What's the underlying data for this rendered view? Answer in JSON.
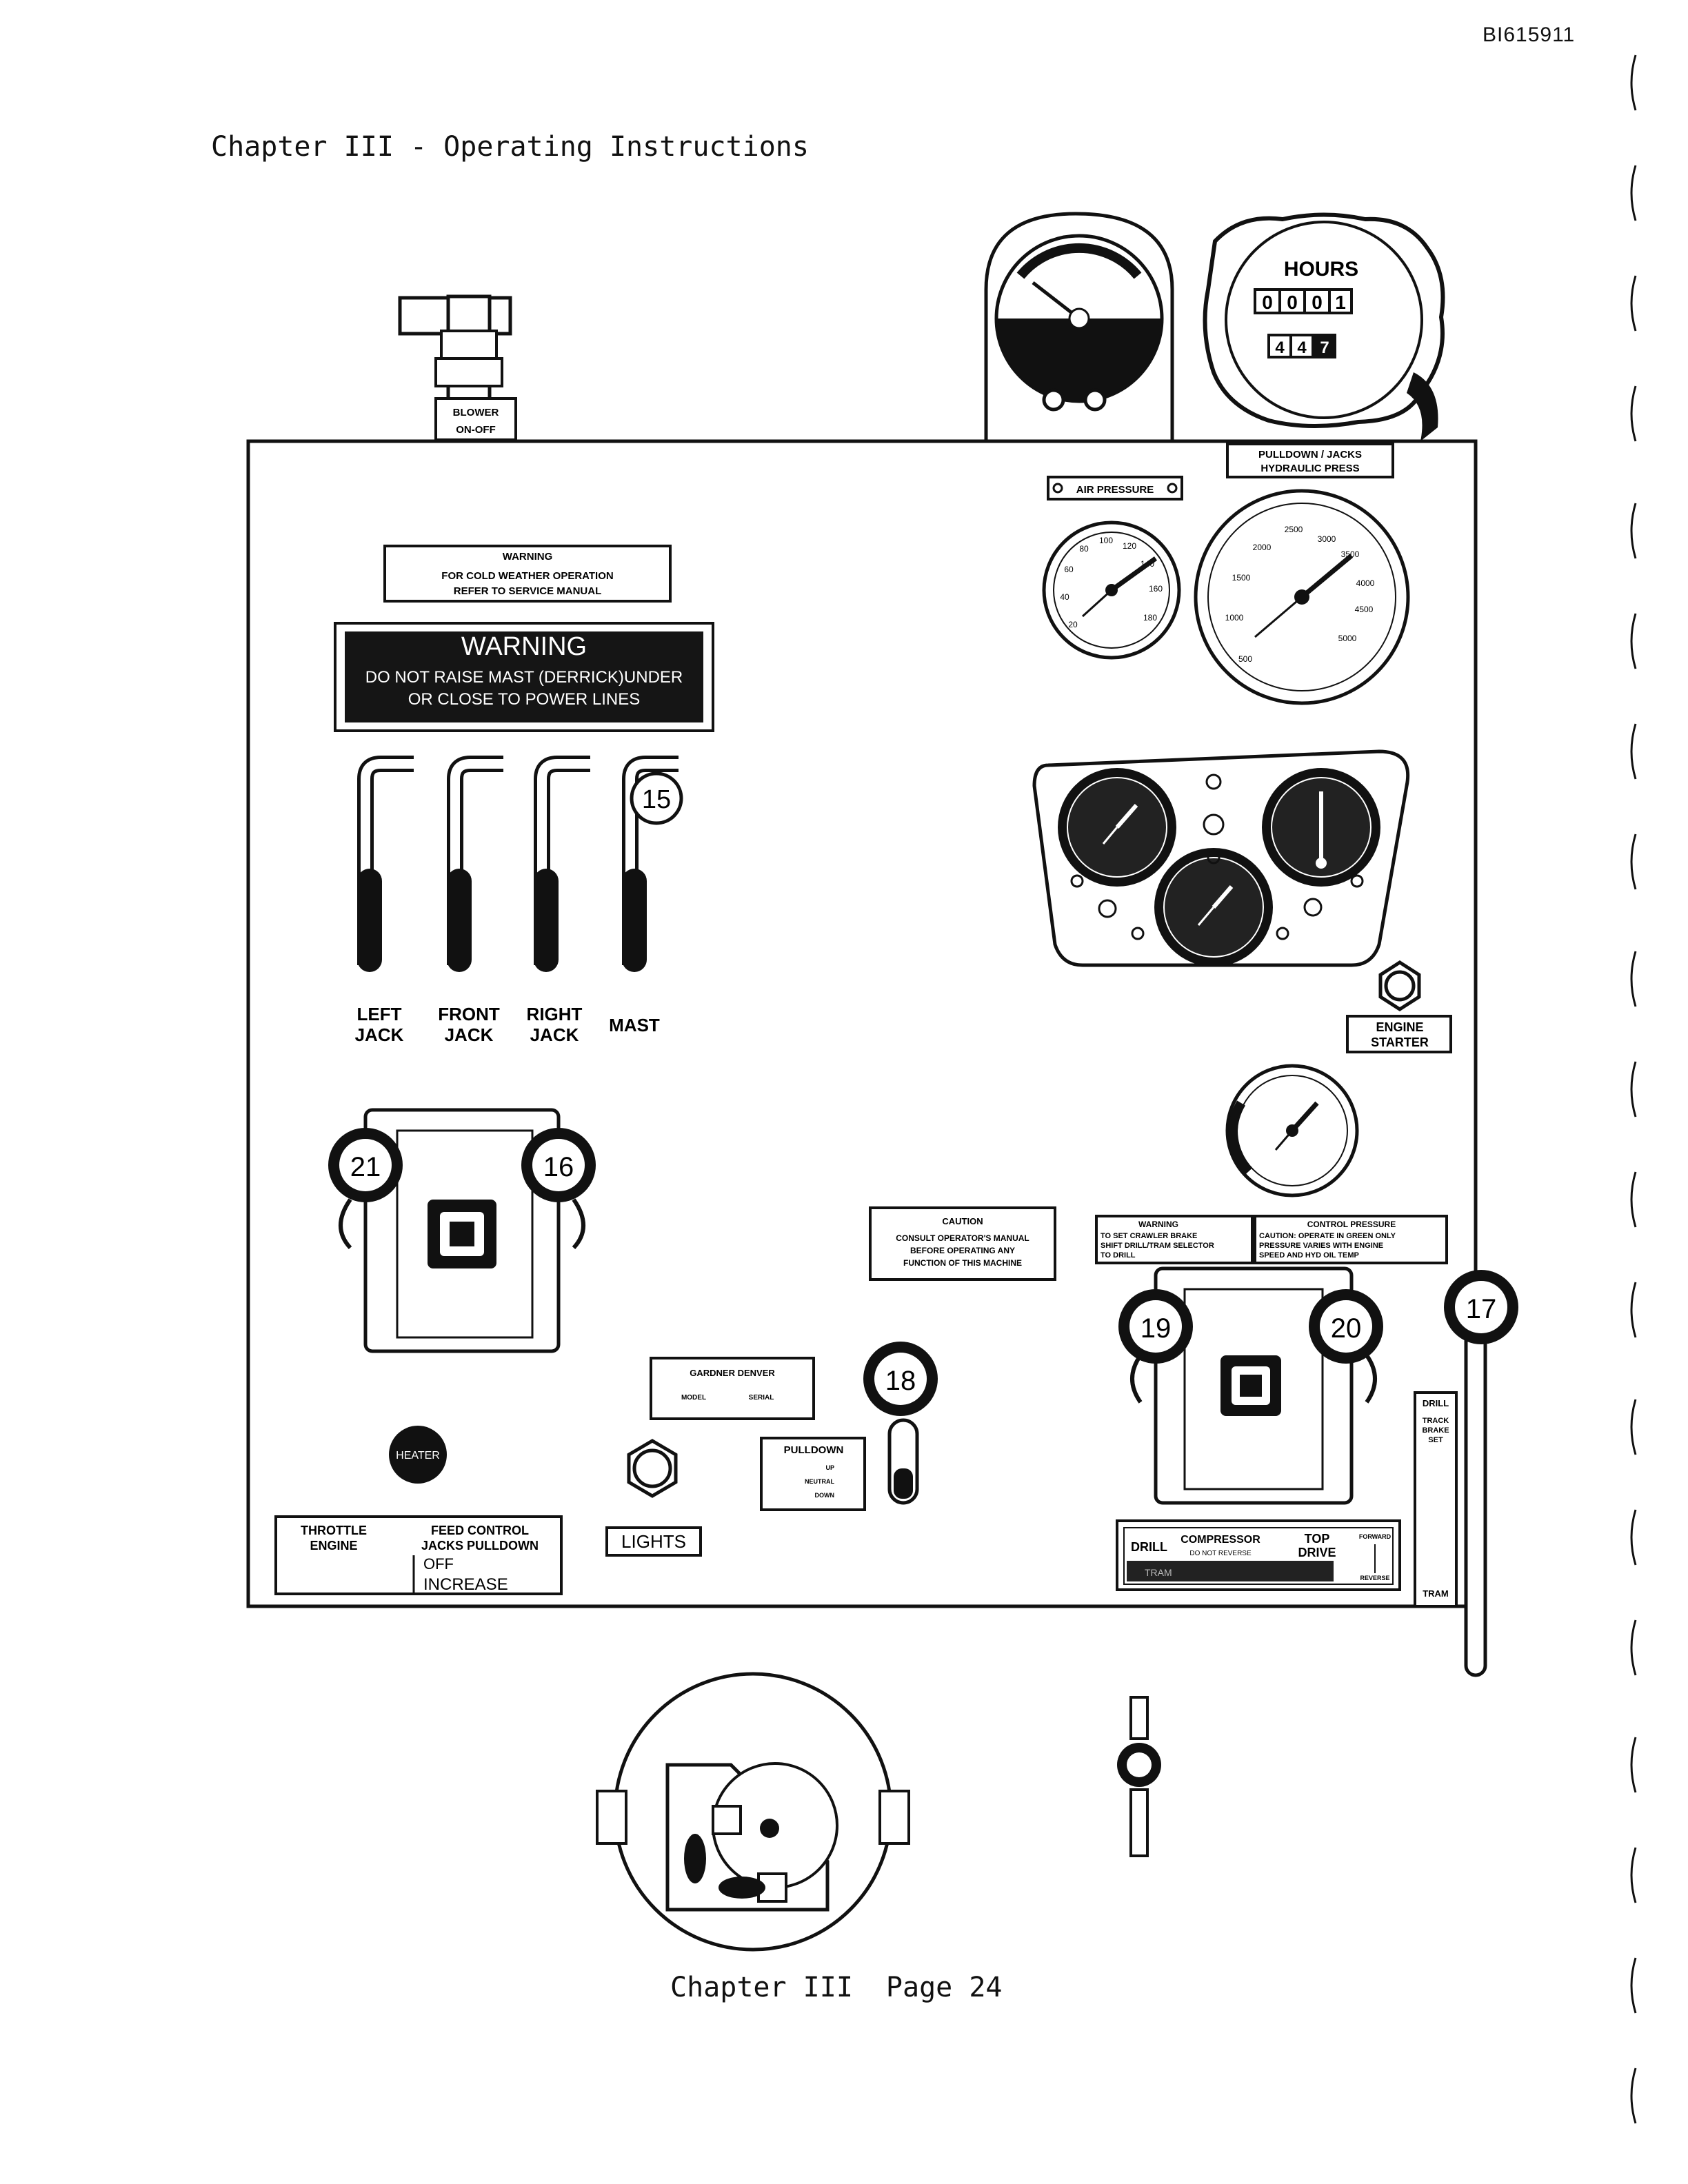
{
  "document": {
    "id": "BI615911",
    "header": "Chapter III - Operating Instructions",
    "footer_chapter": "Chapter III",
    "footer_page": "Page 24"
  },
  "panel": {
    "blower_plate": [
      "BLOWER",
      "ON-OFF"
    ],
    "hours_meter": {
      "title": "HOURS",
      "top_digits": [
        "0",
        "0",
        "0",
        "1"
      ],
      "bottom_digits": [
        "4",
        "4",
        "7"
      ]
    },
    "pulldown_plate": [
      "PULLDOWN / JACKS",
      "HYDRAULIC PRESS"
    ],
    "air_pressure_plate": "AIR PRESSURE",
    "air_gauge_scale": [
      "20",
      "40",
      "60",
      "80",
      "100",
      "120",
      "140",
      "160",
      "180"
    ],
    "hyd_gauge_scale": [
      "500",
      "1000",
      "1500",
      "2000",
      "2500",
      "3000",
      "3500",
      "4000",
      "4500",
      "5000"
    ],
    "cold_warning": [
      "WARNING",
      "FOR COLD WEATHER OPERATION",
      "REFER TO SERVICE MANUAL"
    ],
    "mast_warning": [
      "WARNING",
      "DO NOT RAISE MAST (DERRICK)UNDER",
      "OR CLOSE TO POWER LINES"
    ],
    "levers": [
      {
        "line1": "LEFT",
        "line2": "JACK"
      },
      {
        "line1": "FRONT",
        "line2": "JACK"
      },
      {
        "line1": "RIGHT",
        "line2": "JACK"
      },
      {
        "line1": "MAST",
        "line2": ""
      }
    ],
    "callouts": {
      "c15": "15",
      "c16": "16",
      "c17": "17",
      "c18": "18",
      "c19": "19",
      "c20": "20",
      "c21": "21"
    },
    "engine_starter_plate": [
      "ENGINE",
      "STARTER"
    ],
    "caution_plate": [
      "CAUTION",
      "CONSULT OPERATOR'S MANUAL",
      "BEFORE OPERATING ANY",
      "FUNCTION OF THIS MACHINE"
    ],
    "brake_warning": [
      "WARNING",
      "TO SET CRAWLER BRAKE",
      "SHIFT DRILL/TRAM SELECTOR",
      "TO DRILL"
    ],
    "control_pressure": [
      "CONTROL PRESSURE",
      "CAUTION: OPERATE IN GREEN ONLY",
      "PRESSURE VARIES WITH ENGINE",
      "SPEED AND HYD OIL TEMP"
    ],
    "maker_plate": [
      "GARDNER DENVER",
      "MODEL",
      "SERIAL"
    ],
    "pulldown_switch": [
      "PULLDOWN",
      "UP",
      "NEUTRAL",
      "DOWN"
    ],
    "heater_button": "HEATER",
    "throttle_plate": {
      "left": [
        "THROTTLE",
        "ENGINE"
      ],
      "right": [
        "FEED CONTROL",
        "JACKS PULLDOWN"
      ],
      "off": "OFF",
      "increase": "INCREASE"
    },
    "lights_label": "LIGHTS",
    "selector_plate": {
      "drill": "DRILL",
      "compressor": "COMPRESSOR",
      "no_reverse": "DO NOT REVERSE",
      "top": "TOP",
      "drive": "DRIVE",
      "tram": "TRAM",
      "forward": "FORWARD",
      "reverse": "REVERSE"
    },
    "drill_tram_strip": {
      "drill": "DRILL",
      "track": "TRACK",
      "brake": "BRAKE",
      "set": "SET",
      "tram": "TRAM"
    }
  },
  "colors": {
    "ink": "#111111",
    "plate_dark": "#151515",
    "paper": "#ffffff"
  }
}
